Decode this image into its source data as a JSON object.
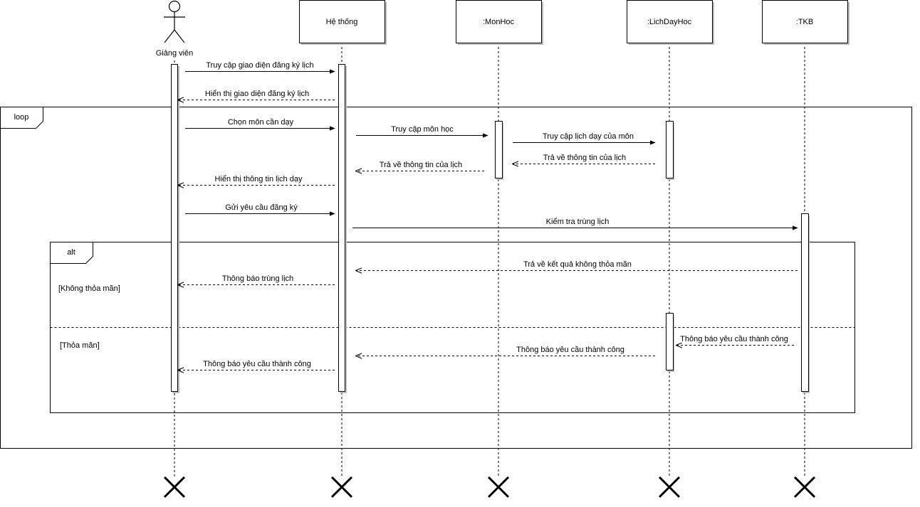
{
  "actor": {
    "name": "Giảng viên"
  },
  "participants": [
    {
      "id": "system",
      "name": "Hệ thống"
    },
    {
      "id": "monhoc",
      "name": ":MonHoc"
    },
    {
      "id": "lich",
      "name": ":LichDayHoc"
    },
    {
      "id": "tkb",
      "name": ":TKB"
    }
  ],
  "fragments": {
    "loop": {
      "label": "loop"
    },
    "alt": {
      "label": "alt",
      "guard_1": "[Không thỏa mãn]",
      "guard_2": "[Thỏa mãn]"
    }
  },
  "messages": [
    {
      "from": "actor",
      "to": "system",
      "type": "sync",
      "label": "Truy cập giao diện đăng ký lịch"
    },
    {
      "from": "system",
      "to": "actor",
      "type": "return",
      "label": "Hiển thị giao diện đăng ký lịch"
    },
    {
      "from": "actor",
      "to": "system",
      "type": "sync",
      "label": "Chọn môn cần dạy"
    },
    {
      "from": "system",
      "to": "monhoc",
      "type": "sync",
      "label": "Truy cập môn học"
    },
    {
      "from": "monhoc",
      "to": "lich",
      "type": "sync",
      "label": "Truy cập lịch dạy của môn"
    },
    {
      "from": "lich",
      "to": "monhoc",
      "type": "return",
      "label": "Trả về thông tin của lịch"
    },
    {
      "from": "monhoc",
      "to": "system",
      "type": "return",
      "label": "Trả về thông tin của lịch"
    },
    {
      "from": "system",
      "to": "actor",
      "type": "return",
      "label": "Hiển thị thông tin lịch dạy"
    },
    {
      "from": "actor",
      "to": "system",
      "type": "sync",
      "label": "Gửi yêu cầu đăng ký"
    },
    {
      "from": "system",
      "to": "tkb",
      "type": "sync",
      "label": "Kiểm tra trùng lịch"
    },
    {
      "from": "tkb",
      "to": "system",
      "type": "return",
      "label": "Trả về kết quả không thỏa mãn"
    },
    {
      "from": "system",
      "to": "actor",
      "type": "return",
      "label": "Thông báo trùng lịch"
    },
    {
      "from": "tkb",
      "to": "lich",
      "type": "return",
      "label": "Thông báo yêu cầu thành công"
    },
    {
      "from": "lich",
      "to": "system",
      "type": "return",
      "label": "Thông báo yêu cầu thành công"
    },
    {
      "from": "system",
      "to": "actor",
      "type": "return",
      "label": "Thông báo yêu cầu thành công"
    }
  ]
}
